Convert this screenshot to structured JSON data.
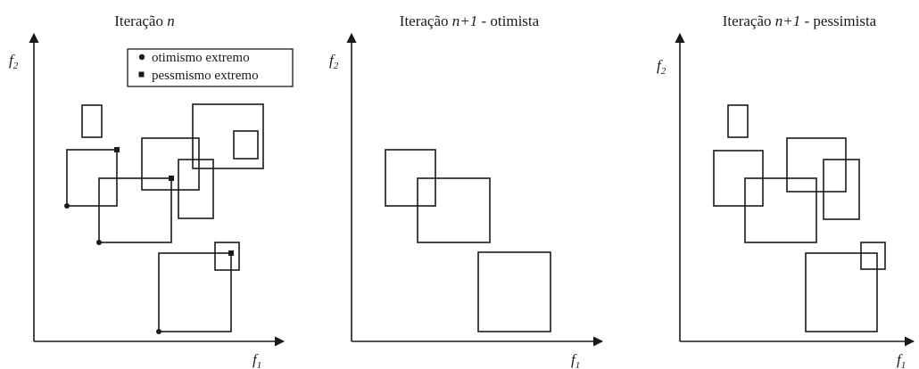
{
  "panels": [
    {
      "id": "n",
      "title_prefix": "Iteração ",
      "title_em": "n",
      "title_suffix": "",
      "y_axis": {
        "base": "f",
        "sub": "2"
      },
      "x_axis": {
        "base": "f",
        "sub": "1"
      },
      "legend": {
        "entries": [
          {
            "marker": "dot",
            "label": "otimismo extremo"
          },
          {
            "marker": "square",
            "label": "pessmismo extremo"
          }
        ]
      }
    },
    {
      "id": "n1-otimista",
      "title_prefix": "Iteração ",
      "title_em": "n+1",
      "title_suffix": " - otimista",
      "y_axis": {
        "base": "f",
        "sub": "2"
      },
      "x_axis": {
        "base": "f",
        "sub": "1"
      }
    },
    {
      "id": "n1-pessimista",
      "title_prefix": "Iteração ",
      "title_em": "n+1",
      "title_suffix": " - pessimista",
      "y_axis": {
        "base": "f",
        "sub": "2"
      },
      "x_axis": {
        "base": "f",
        "sub": "1"
      }
    }
  ],
  "colors": {
    "stroke": "#1a1a1a",
    "background": "#ffffff"
  }
}
